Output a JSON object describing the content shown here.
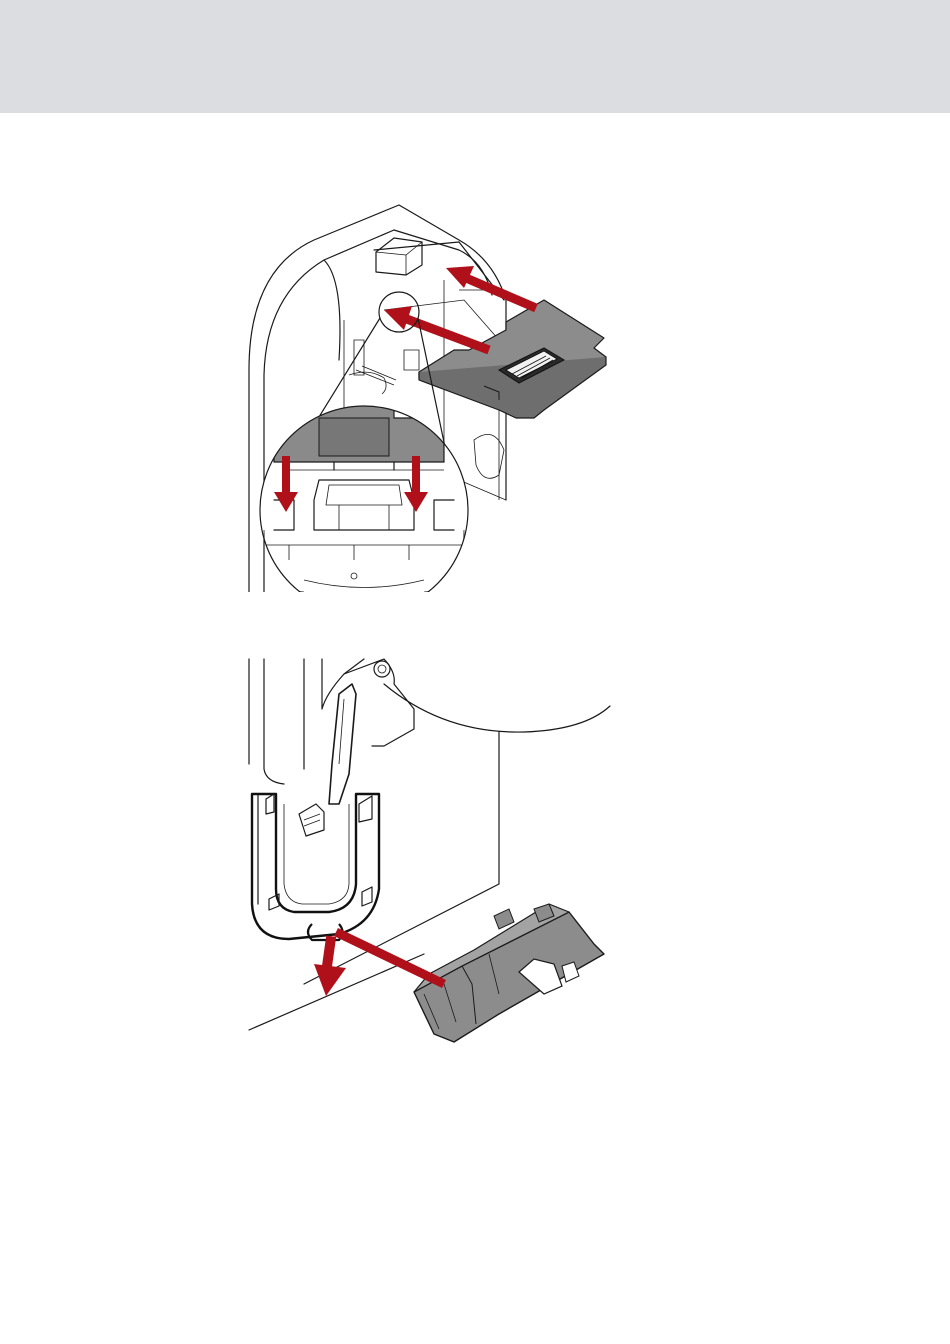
{
  "header": {
    "band_color": "#dcdde0"
  },
  "colors": {
    "arrow_red": "#b0101a",
    "module_gray": "#8c8c8c",
    "module_gray_dark": "#6e6e6e",
    "zoom_gray": "#8a8a8a",
    "line": "#1a1a1a"
  },
  "figures": [
    {
      "id": "fig-top",
      "description_icon": "circuit-board-insertion-illustration"
    },
    {
      "id": "fig-bottom",
      "description_icon": "module-removal-illustration"
    }
  ]
}
